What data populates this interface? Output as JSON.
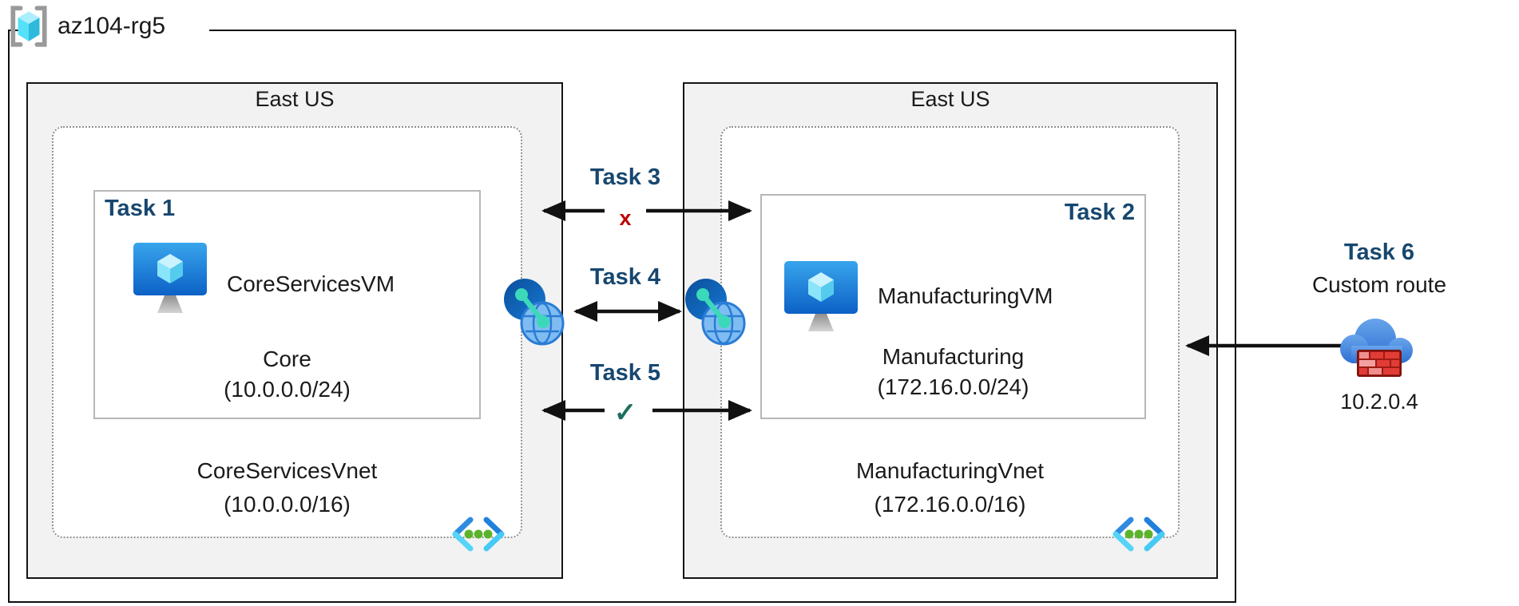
{
  "resource_group": {
    "name": "az104-rg5"
  },
  "regions": [
    {
      "label": "East US",
      "vnet": {
        "name": "CoreServicesVnet",
        "cidr": "(10.0.0.0/16)",
        "icon": "virtual-network-icon"
      },
      "subnet": {
        "task": "Task 1",
        "vm": {
          "name": "CoreServicesVM",
          "icon": "virtual-machine-icon"
        },
        "name": "Core",
        "cidr": "(10.0.0.0/24)"
      }
    },
    {
      "label": "East US",
      "vnet": {
        "name": "ManufacturingVnet",
        "cidr": "(172.16.0.0/16)",
        "icon": "virtual-network-icon"
      },
      "subnet": {
        "task": "Task 2",
        "vm": {
          "name": "ManufacturingVM",
          "icon": "virtual-machine-icon"
        },
        "name": "Manufacturing",
        "cidr": "(172.16.0.0/24)"
      }
    }
  ],
  "connections": [
    {
      "task": "Task 3",
      "marker": "x"
    },
    {
      "task": "Task 4",
      "marker": "",
      "endpoint_icon": "vnet-peering-icon"
    },
    {
      "task": "Task 5",
      "marker": "✓"
    }
  ],
  "custom_route": {
    "task": "Task 6",
    "label": "Custom route",
    "ip": "10.2.0.4",
    "icon": "firewall-cloud-icon"
  },
  "colors": {
    "task-blue": "#17476F",
    "cross-red": "#C00000",
    "check-green": "#1E6F5C",
    "region-fill": "#F2F2F2",
    "arrow-black": "#111111"
  }
}
